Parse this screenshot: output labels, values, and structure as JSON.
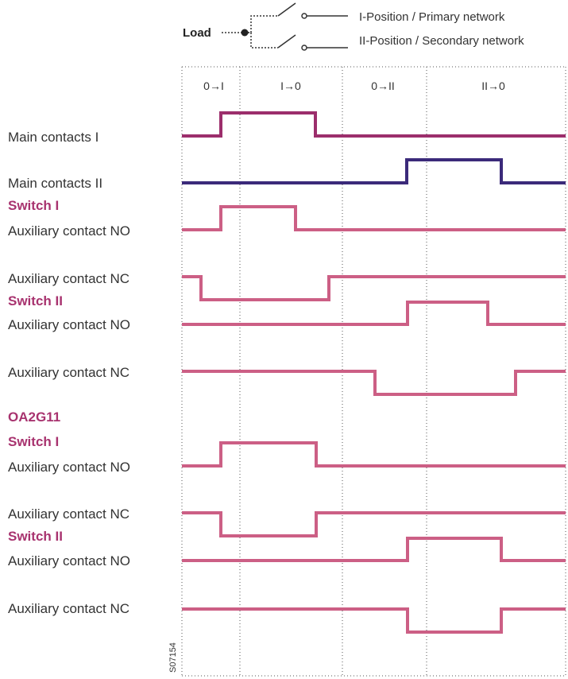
{
  "schematic": {
    "load_label": "Load",
    "position_1_label": "I-Position / Primary network",
    "position_2_label": "II-Position / Secondary network"
  },
  "phases": [
    "0→I",
    "I→0",
    "0→II",
    "II→0"
  ],
  "labels": [
    "Main contacts I",
    "Main contacts II",
    "Switch I",
    "Auxiliary contact NO",
    "Auxiliary contact NC",
    "Switch II",
    "Auxiliary contact NO",
    "Auxiliary contact NC",
    "OA2G11",
    "Switch I",
    "Auxiliary contact NO",
    "Auxiliary contact NC",
    "Switch II",
    "Auxiliary contact NO",
    "Auxiliary contact NC"
  ],
  "figure_code": "S07154",
  "colors": {
    "main_contacts_1": "#9c2e6c",
    "main_contacts_2": "#3b2a7a",
    "auxiliary": "#cc5f85",
    "section_heading": "#a8336f",
    "text": "#333333",
    "dotted_line": "#555555"
  }
}
